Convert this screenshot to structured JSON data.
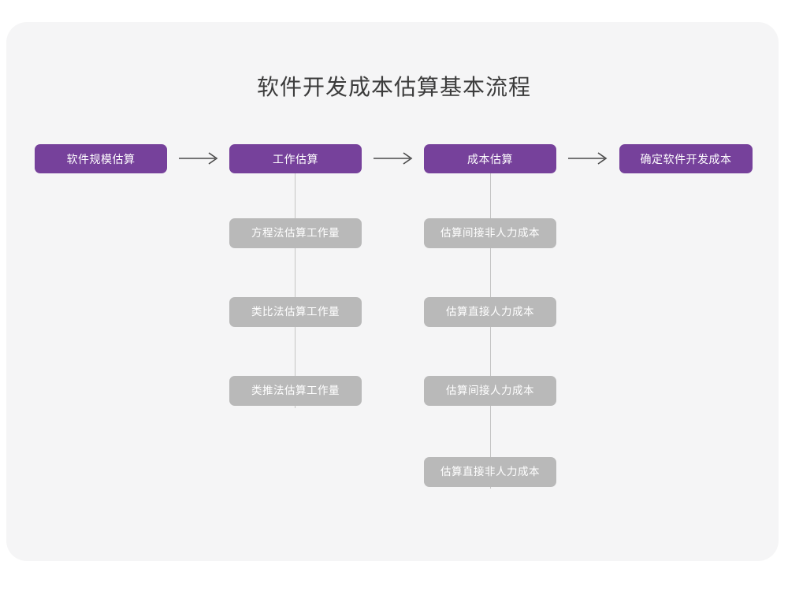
{
  "diagram": {
    "title": "软件开发成本估算基本流程",
    "colors": {
      "page_background": "#ffffff",
      "card_background": "#f5f5f6",
      "primary_node": "#76419b",
      "secondary_node": "#b9b9b9",
      "connector_line": "#c4c4c4",
      "title_text": "#3c3c3c",
      "node_text": "#ffffff",
      "arrow": "#4a4a4a"
    },
    "arrow_glyph": "long-right-arrow",
    "stages": [
      {
        "label": "软件规模估算",
        "substeps": []
      },
      {
        "label": "工作估算",
        "substeps": [
          "方程法估算工作量",
          "类比法估算工作量",
          "类推法估算工作量"
        ]
      },
      {
        "label": "成本估算",
        "substeps": [
          "估算间接非人力成本",
          "估算直接人力成本",
          "估算间接人力成本",
          "估算直接非人力成本"
        ]
      },
      {
        "label": "确定软件开发成本",
        "substeps": []
      }
    ]
  }
}
